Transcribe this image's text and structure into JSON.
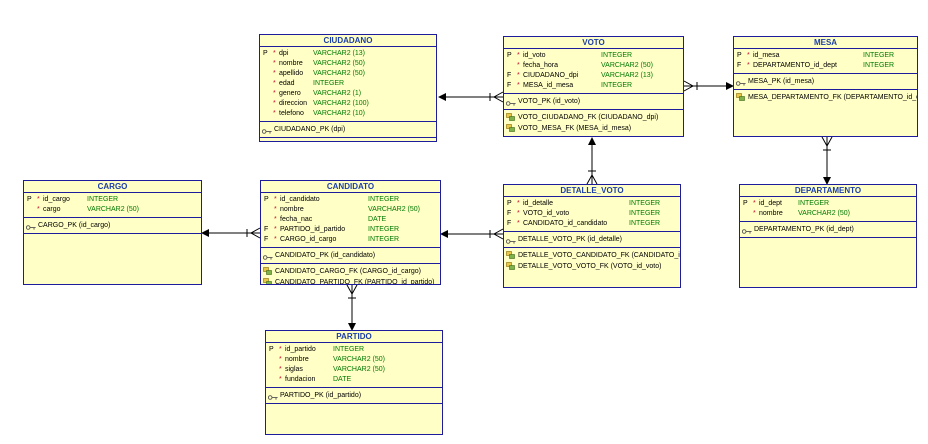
{
  "colors": {
    "entity_fill": "#ffffc6",
    "entity_border": "#1c1c9c",
    "title": "#1b3ea8",
    "type_text": "#007a00",
    "mandatory_star": "#c8102e",
    "line": "#000000"
  },
  "icons": {
    "primary_key": "key-icon",
    "foreign_key": "fk-index-icon"
  },
  "entities": {
    "ciudadano": {
      "title": "CIUDADANO",
      "columns": [
        {
          "flag": "P",
          "star": "*",
          "name": "dpi",
          "type": "VARCHAR2 (13)"
        },
        {
          "flag": "",
          "star": "*",
          "name": "nombre",
          "type": "VARCHAR2 (50)"
        },
        {
          "flag": "",
          "star": "*",
          "name": "apellido",
          "type": "VARCHAR2 (50)"
        },
        {
          "flag": "",
          "star": "*",
          "name": "edad",
          "type": "INTEGER"
        },
        {
          "flag": "",
          "star": "*",
          "name": "genero",
          "type": "VARCHAR2 (1)"
        },
        {
          "flag": "",
          "star": "*",
          "name": "direccion",
          "type": "VARCHAR2 (100)"
        },
        {
          "flag": "",
          "star": "*",
          "name": "telefono",
          "type": "VARCHAR2 (10)"
        }
      ],
      "pk": [
        "CIUDADANO_PK (dpi)"
      ],
      "fk": []
    },
    "voto": {
      "title": "VOTO",
      "columns": [
        {
          "flag": "P",
          "star": "*",
          "name": "id_voto",
          "type": "INTEGER"
        },
        {
          "flag": "",
          "star": "*",
          "name": "fecha_hora",
          "type": "VARCHAR2 (50)"
        },
        {
          "flag": "F",
          "star": "*",
          "name": "CIUDADANO_dpi",
          "type": "VARCHAR2 (13)"
        },
        {
          "flag": "F",
          "star": "*",
          "name": "MESA_id_mesa",
          "type": "INTEGER"
        }
      ],
      "pk": [
        "VOTO_PK (id_voto)"
      ],
      "fk": [
        "VOTO_CIUDADANO_FK (CIUDADANO_dpi)",
        "VOTO_MESA_FK (MESA_id_mesa)"
      ]
    },
    "mesa": {
      "title": "MESA",
      "columns": [
        {
          "flag": "P",
          "star": "*",
          "name": "id_mesa",
          "type": "INTEGER"
        },
        {
          "flag": "F",
          "star": "*",
          "name": "DEPARTAMENTO_id_dept",
          "type": "INTEGER"
        }
      ],
      "pk": [
        "MESA_PK (id_mesa)"
      ],
      "fk": [
        "MESA_DEPARTAMENTO_FK (DEPARTAMENTO_id_dept)"
      ]
    },
    "cargo": {
      "title": "CARGO",
      "columns": [
        {
          "flag": "P",
          "star": "*",
          "name": "id_cargo",
          "type": "INTEGER"
        },
        {
          "flag": "",
          "star": "*",
          "name": "cargo",
          "type": "VARCHAR2 (50)"
        }
      ],
      "pk": [
        "CARGO_PK (id_cargo)"
      ],
      "fk": []
    },
    "candidato": {
      "title": "CANDIDATO",
      "columns": [
        {
          "flag": "P",
          "star": "*",
          "name": "id_candidato",
          "type": "INTEGER"
        },
        {
          "flag": "",
          "star": "*",
          "name": "nombre",
          "type": "VARCHAR2 (50)"
        },
        {
          "flag": "",
          "star": "*",
          "name": "fecha_nac",
          "type": "DATE"
        },
        {
          "flag": "F",
          "star": "*",
          "name": "PARTIDO_id_partido",
          "type": "INTEGER"
        },
        {
          "flag": "F",
          "star": "*",
          "name": "CARGO_id_cargo",
          "type": "INTEGER"
        }
      ],
      "pk": [
        "CANDIDATO_PK (id_candidato)"
      ],
      "fk": [
        "CANDIDATO_CARGO_FK (CARGO_id_cargo)",
        "CANDIDATO_PARTIDO_FK (PARTIDO_id_partido)"
      ]
    },
    "detalle_voto": {
      "title": "DETALLE_VOTO",
      "columns": [
        {
          "flag": "P",
          "star": "*",
          "name": "id_detalle",
          "type": "INTEGER"
        },
        {
          "flag": "F",
          "star": "*",
          "name": "VOTO_id_voto",
          "type": "INTEGER"
        },
        {
          "flag": "F",
          "star": "*",
          "name": "CANDIDATO_id_candidato",
          "type": "INTEGER"
        }
      ],
      "pk": [
        "DETALLE_VOTO_PK (id_detalle)"
      ],
      "fk": [
        "DETALLE_VOTO_CANDIDATO_FK (CANDIDATO_id_candidato)",
        "DETALLE_VOTO_VOTO_FK (VOTO_id_voto)"
      ]
    },
    "departamento": {
      "title": "DEPARTAMENTO",
      "columns": [
        {
          "flag": "P",
          "star": "*",
          "name": "id_dept",
          "type": "INTEGER"
        },
        {
          "flag": "",
          "star": "*",
          "name": "nombre",
          "type": "VARCHAR2 (50)"
        }
      ],
      "pk": [
        "DEPARTAMENTO_PK (id_dept)"
      ],
      "fk": []
    },
    "partido": {
      "title": "PARTIDO",
      "columns": [
        {
          "flag": "P",
          "star": "*",
          "name": "id_partido",
          "type": "INTEGER"
        },
        {
          "flag": "",
          "star": "*",
          "name": "nombre",
          "type": "VARCHAR2 (50)"
        },
        {
          "flag": "",
          "star": "*",
          "name": "siglas",
          "type": "VARCHAR2 (50)"
        },
        {
          "flag": "",
          "star": "*",
          "name": "fundacion",
          "type": "DATE"
        }
      ],
      "pk": [
        "PARTIDO_PK (id_partido)"
      ],
      "fk": []
    }
  },
  "relationships": [
    {
      "from": "voto",
      "to": "ciudadano"
    },
    {
      "from": "voto",
      "to": "mesa"
    },
    {
      "from": "mesa",
      "to": "departamento"
    },
    {
      "from": "detalle_voto",
      "to": "voto"
    },
    {
      "from": "detalle_voto",
      "to": "candidato"
    },
    {
      "from": "candidato",
      "to": "cargo"
    },
    {
      "from": "candidato",
      "to": "partido"
    }
  ]
}
